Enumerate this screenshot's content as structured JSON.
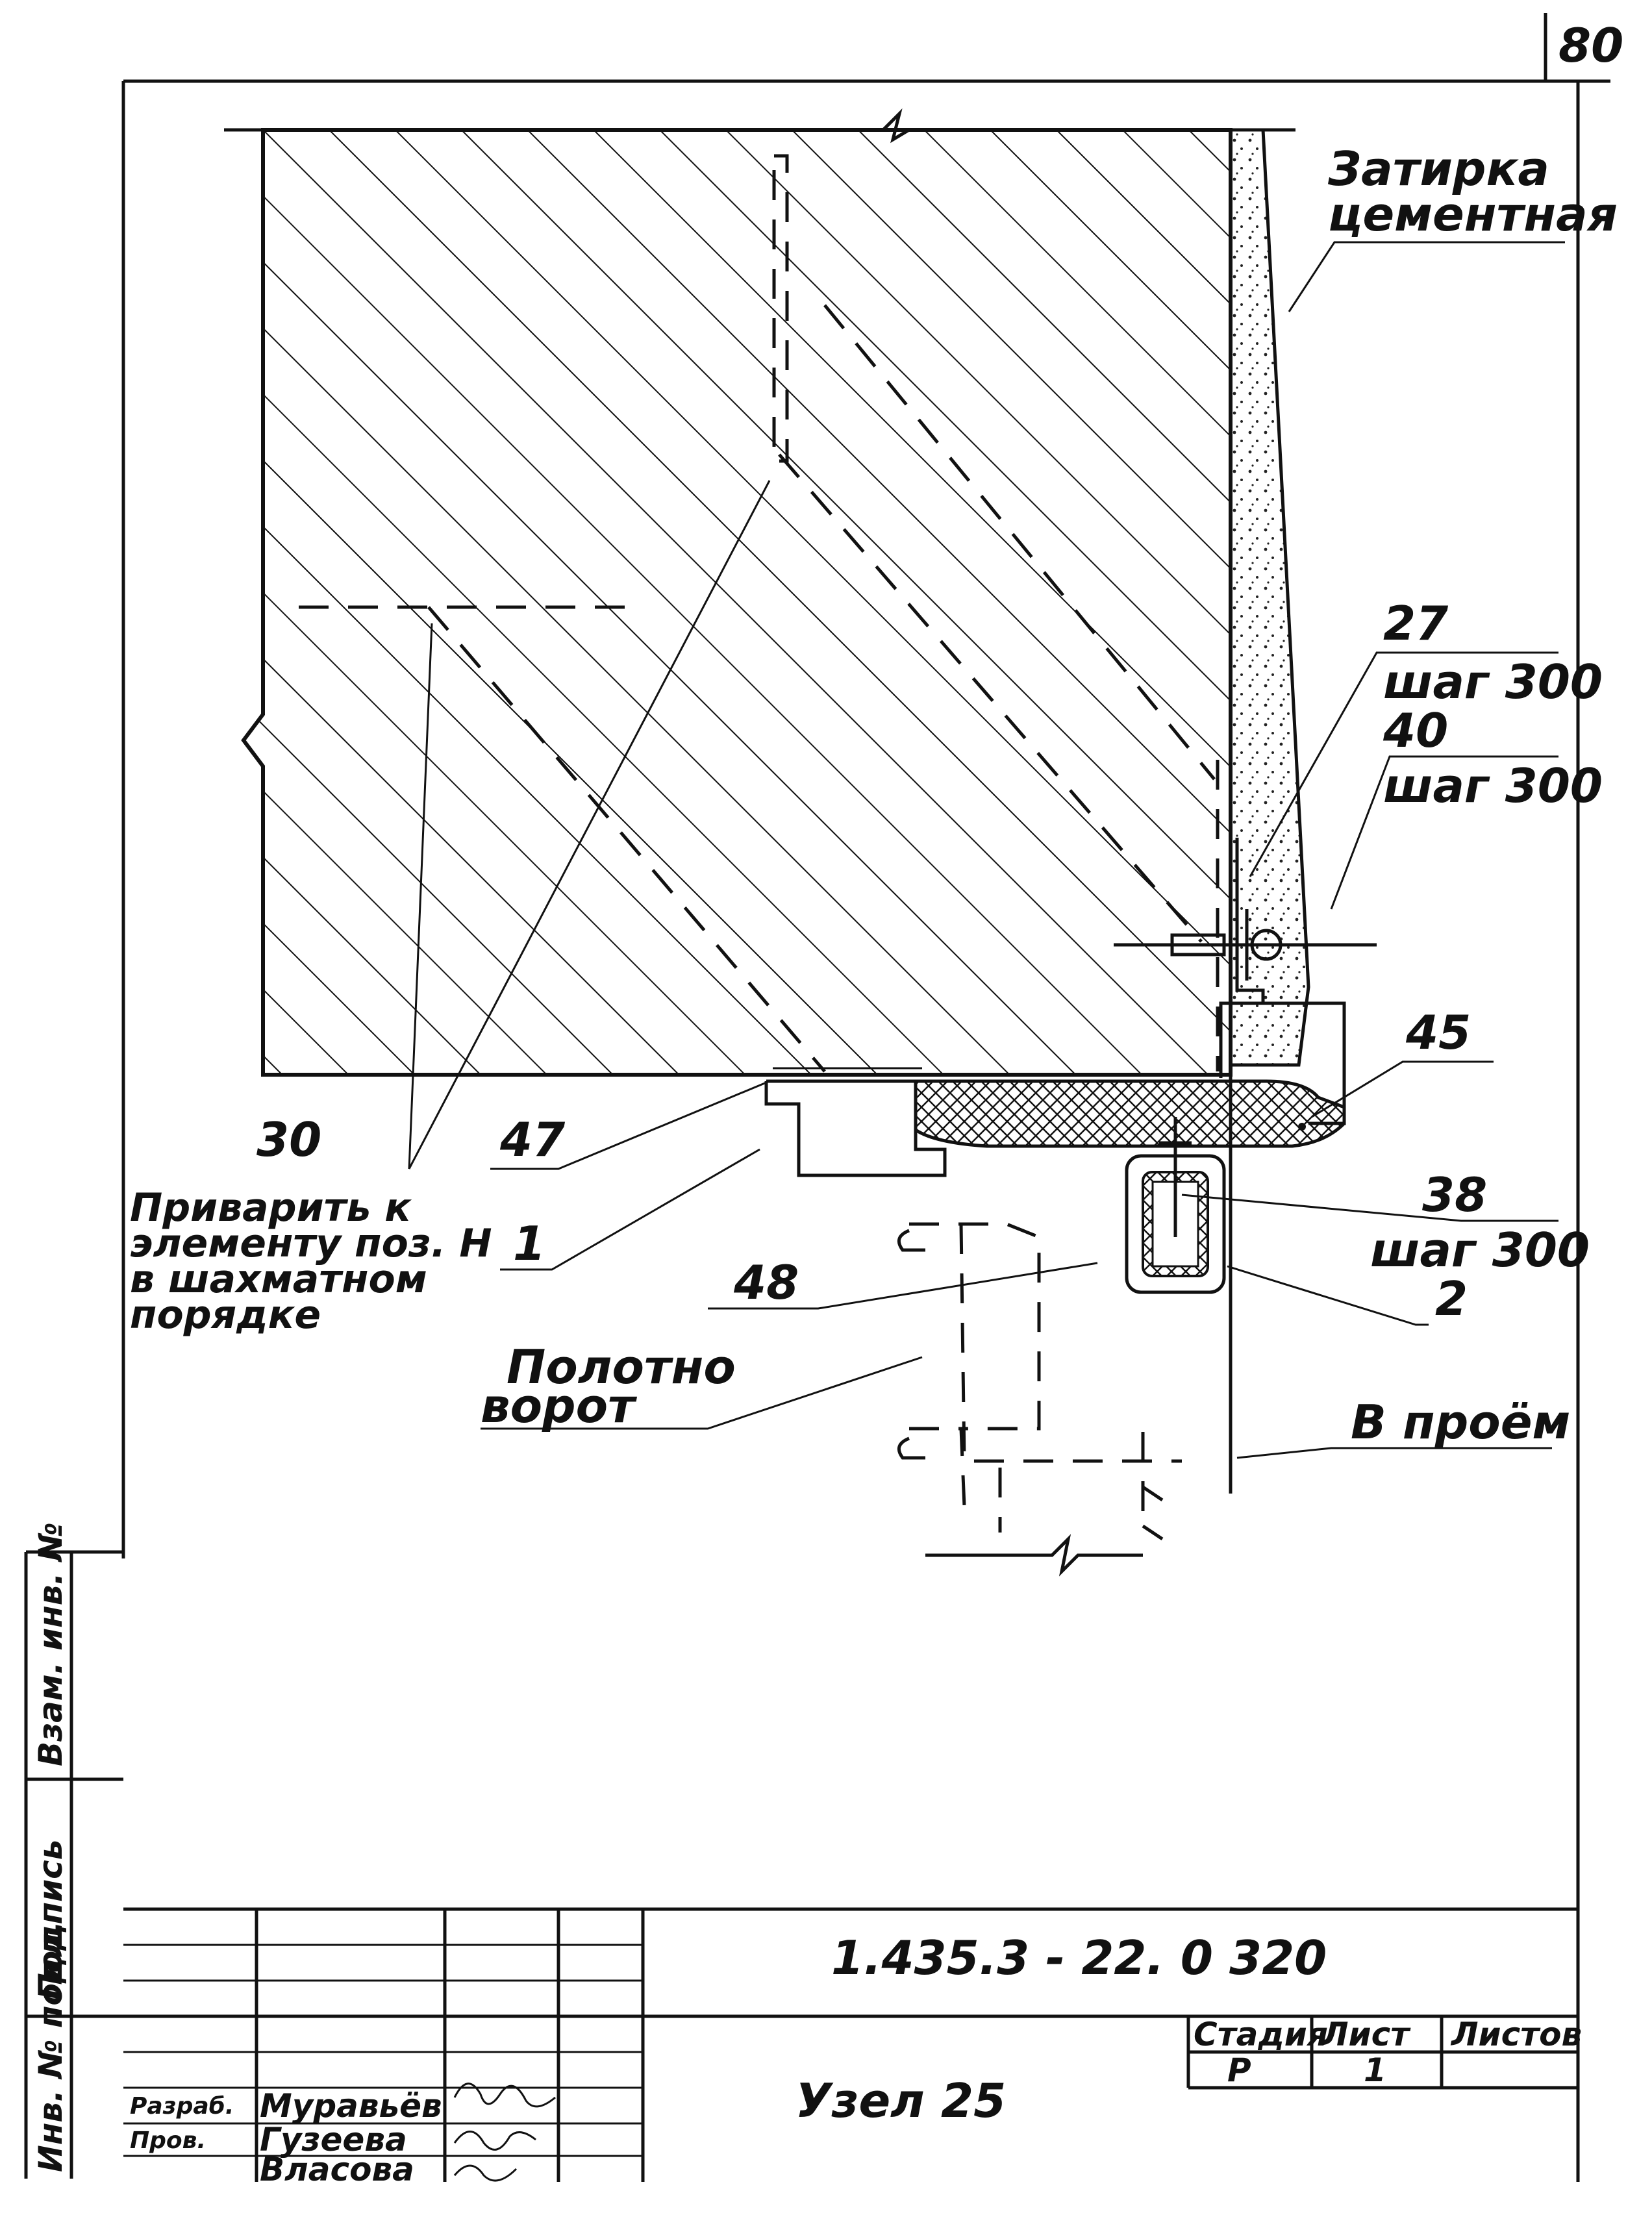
{
  "sheet_number": "80",
  "labels": {
    "cement_line1": "Затирка",
    "cement_line2": "цементная",
    "pos27": "27",
    "pos27_step": "шаг 300",
    "pos40": "40",
    "pos40_step": "шаг 300",
    "pos45": "45",
    "pos30": "30",
    "pos47": "47",
    "pos1": "1",
    "pos48": "48",
    "pos38": "38",
    "pos38_step": "шаг 300",
    "pos2": "2",
    "weld_line1": "Приварить к",
    "weld_line2": "элементу поз. Н",
    "weld_line3": "в шахматном",
    "weld_line4": "порядке",
    "gate_line1": "Полотно",
    "gate_line2": "ворот",
    "opening": "В проём"
  },
  "title_block": {
    "doc_code": "1.435.3 - 22. 0 320",
    "node_title": "Узел 25",
    "stage_header": "Стадия",
    "sheet_header": "Лист",
    "sheets_header": "Листов",
    "stage_value": "Р",
    "sheet_value": "1",
    "role_1": "Разраб.",
    "name_1": "Муравьёв",
    "role_2": "Пров.",
    "name_2": "Гузеева",
    "name_3": "Власова"
  },
  "side_stamp": {
    "label_1": "Взам. инв. №",
    "label_2": "Подпись",
    "label_3": "Инв. № подл."
  }
}
